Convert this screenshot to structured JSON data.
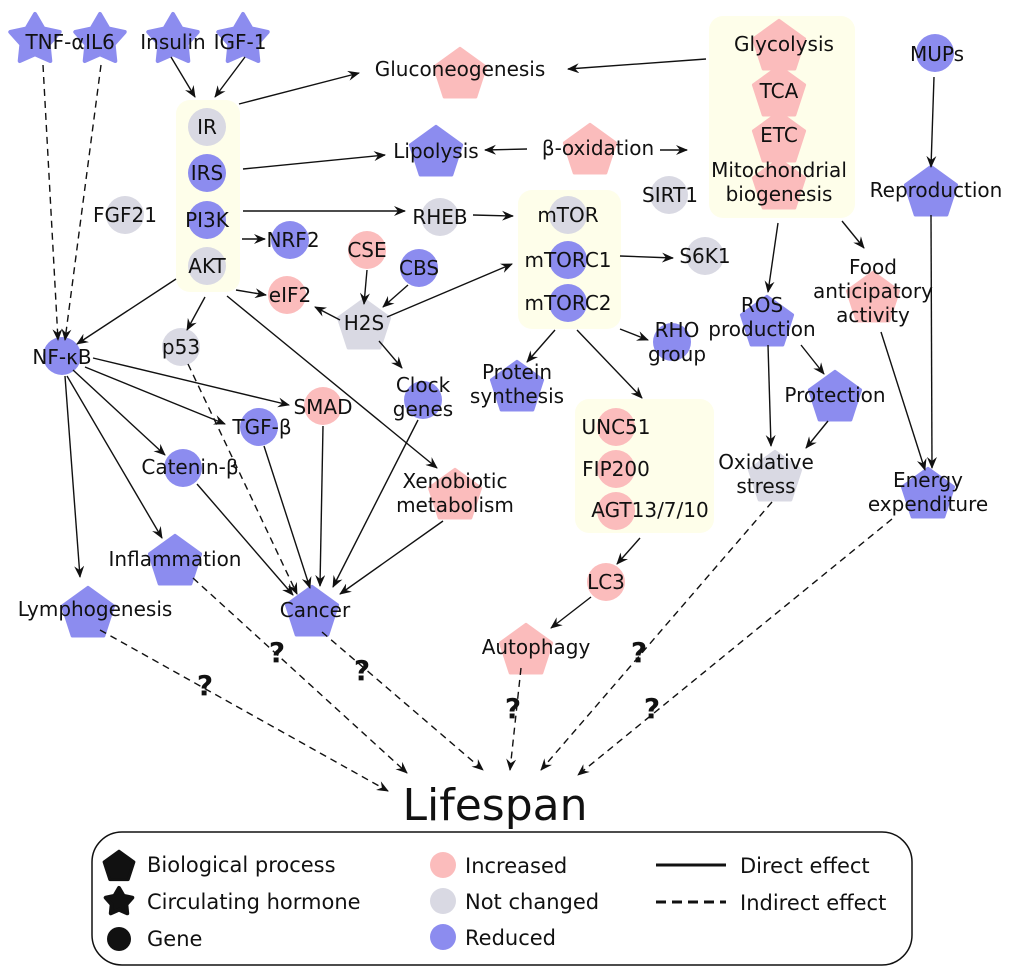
{
  "title": "Lifespan",
  "colors": {
    "increased": "#fbbcbc",
    "not_changed": "#d9d9e3",
    "reduced": "#8c8cef",
    "group_bg": "#fefeea",
    "black": "#111111"
  },
  "nodes": [
    {
      "id": "tnf",
      "label": "TNF-α",
      "shape": "star",
      "status": "reduced"
    },
    {
      "id": "il6",
      "label": "IL6",
      "shape": "star",
      "status": "reduced"
    },
    {
      "id": "insulin",
      "label": "Insulin",
      "shape": "star",
      "status": "reduced"
    },
    {
      "id": "igf1",
      "label": "IGF-1",
      "shape": "star",
      "status": "reduced"
    },
    {
      "id": "ir",
      "label": "IR",
      "shape": "circle",
      "status": "not_changed"
    },
    {
      "id": "irs",
      "label": "IRS",
      "shape": "circle",
      "status": "reduced"
    },
    {
      "id": "pi3k",
      "label": "PI3K",
      "shape": "circle",
      "status": "reduced"
    },
    {
      "id": "akt",
      "label": "AKT",
      "shape": "circle",
      "status": "not_changed"
    },
    {
      "id": "fgf21",
      "label": "FGF21",
      "shape": "circle",
      "status": "not_changed"
    },
    {
      "id": "nrf2",
      "label": "NRF2",
      "shape": "circle",
      "status": "reduced"
    },
    {
      "id": "eif2",
      "label": "eIF2",
      "shape": "circle",
      "status": "increased"
    },
    {
      "id": "glucon",
      "label": "Gluconeogenesis",
      "shape": "pentagon",
      "status": "increased"
    },
    {
      "id": "lipolysis",
      "label": "Lipolysis",
      "shape": "pentagon",
      "status": "reduced"
    },
    {
      "id": "boxid",
      "label": "β-oxidation",
      "shape": "pentagon",
      "status": "increased"
    },
    {
      "id": "rheb",
      "label": "RHEB",
      "shape": "circle",
      "status": "not_changed"
    },
    {
      "id": "cse",
      "label": "CSE",
      "shape": "circle",
      "status": "increased"
    },
    {
      "id": "cbs",
      "label": "CBS",
      "shape": "circle",
      "status": "reduced"
    },
    {
      "id": "h2s",
      "label": "H2S",
      "shape": "pentagon",
      "status": "not_changed"
    },
    {
      "id": "mtor",
      "label": "mTOR",
      "shape": "circle",
      "status": "not_changed"
    },
    {
      "id": "mtorc1",
      "label": "mTORC1",
      "shape": "circle",
      "status": "reduced"
    },
    {
      "id": "mtorc2",
      "label": "mTORC2",
      "shape": "circle",
      "status": "reduced"
    },
    {
      "id": "sirt1",
      "label": "SIRT1",
      "shape": "circle",
      "status": "not_changed"
    },
    {
      "id": "s6k1",
      "label": "S6K1",
      "shape": "circle",
      "status": "not_changed"
    },
    {
      "id": "glycolysis",
      "label": "Glycolysis",
      "shape": "pentagon",
      "status": "increased"
    },
    {
      "id": "tca",
      "label": "TCA",
      "shape": "pentagon",
      "status": "increased"
    },
    {
      "id": "etc",
      "label": "ETC",
      "shape": "pentagon",
      "status": "increased"
    },
    {
      "id": "mito",
      "label": "Mitochondrial|biogenesis",
      "shape": "pentagon",
      "status": "increased"
    },
    {
      "id": "mups",
      "label": "MUPs",
      "shape": "circle",
      "status": "reduced"
    },
    {
      "id": "repro",
      "label": "Reproduction",
      "shape": "pentagon",
      "status": "reduced"
    },
    {
      "id": "food",
      "label": "Food|anticipatory|activity",
      "shape": "pentagon",
      "status": "increased"
    },
    {
      "id": "ros",
      "label": "ROS|production",
      "shape": "pentagon",
      "status": "reduced"
    },
    {
      "id": "rho",
      "label": "RHO|group",
      "shape": "circle",
      "status": "reduced"
    },
    {
      "id": "protsyn",
      "label": "Protein|synthesis",
      "shape": "pentagon",
      "status": "reduced"
    },
    {
      "id": "clock",
      "label": "Clock|genes",
      "shape": "circle",
      "status": "reduced"
    },
    {
      "id": "p53",
      "label": "p53",
      "shape": "circle",
      "status": "not_changed"
    },
    {
      "id": "nfkb",
      "label": "NF-κB",
      "shape": "circle",
      "status": "reduced"
    },
    {
      "id": "smad",
      "label": "SMAD",
      "shape": "circle",
      "status": "increased"
    },
    {
      "id": "tgfb",
      "label": "TGF-β",
      "shape": "circle",
      "status": "reduced"
    },
    {
      "id": "catenin",
      "label": "Catenin-β",
      "shape": "circle",
      "status": "reduced"
    },
    {
      "id": "xeno",
      "label": "Xenobiotic|metabolism",
      "shape": "pentagon",
      "status": "increased"
    },
    {
      "id": "protection",
      "label": "Protection",
      "shape": "pentagon",
      "status": "reduced"
    },
    {
      "id": "oxstress",
      "label": "Oxidative|stress",
      "shape": "pentagon",
      "status": "not_changed"
    },
    {
      "id": "energy",
      "label": "Energy|expenditure",
      "shape": "pentagon",
      "status": "reduced"
    },
    {
      "id": "unc51",
      "label": "UNC51",
      "shape": "circle",
      "status": "increased"
    },
    {
      "id": "fip200",
      "label": "FIP200",
      "shape": "circle",
      "status": "increased"
    },
    {
      "id": "agt",
      "label": "AGT13/7/10",
      "shape": "circle",
      "status": "increased"
    },
    {
      "id": "lc3",
      "label": "LC3",
      "shape": "circle",
      "status": "increased"
    },
    {
      "id": "inflam",
      "label": "Inflammation",
      "shape": "pentagon",
      "status": "reduced"
    },
    {
      "id": "lympho",
      "label": "Lymphogenesis",
      "shape": "pentagon",
      "status": "reduced"
    },
    {
      "id": "cancer",
      "label": "Cancer",
      "shape": "pentagon",
      "status": "reduced"
    },
    {
      "id": "autophagy",
      "label": "Autophagy",
      "shape": "pentagon",
      "status": "increased"
    },
    {
      "id": "lifespan",
      "label": "Lifespan",
      "shape": "none",
      "status": "none"
    }
  ],
  "groups": [
    {
      "id": "insulin-group",
      "members": [
        "ir",
        "irs",
        "pi3k",
        "akt"
      ]
    },
    {
      "id": "mtor-group",
      "members": [
        "mtor",
        "mtorc1",
        "mtorc2"
      ]
    },
    {
      "id": "mito-group",
      "members": [
        "glycolysis",
        "tca",
        "etc",
        "mito"
      ]
    },
    {
      "id": "autophagy-group",
      "members": [
        "unc51",
        "fip200",
        "agt"
      ]
    }
  ],
  "edges": [
    {
      "from": "tnf",
      "to": "nfkb",
      "type": "indirect"
    },
    {
      "from": "il6",
      "to": "nfkb",
      "type": "indirect"
    },
    {
      "from": "insulin",
      "to": "insulin-group",
      "type": "direct"
    },
    {
      "from": "igf1",
      "to": "insulin-group",
      "type": "direct"
    },
    {
      "from": "insulin-group",
      "to": "glucon",
      "type": "direct"
    },
    {
      "from": "irs",
      "to": "lipolysis",
      "type": "direct"
    },
    {
      "from": "boxid",
      "to": "lipolysis",
      "type": "direct"
    },
    {
      "from": "boxid",
      "to": "mito-group",
      "type": "direct"
    },
    {
      "from": "mito-group",
      "to": "glucon",
      "type": "direct"
    },
    {
      "from": "pi3k",
      "to": "rheb",
      "type": "direct"
    },
    {
      "from": "pi3k",
      "to": "nrf2",
      "type": "direct"
    },
    {
      "from": "akt",
      "to": "eif2",
      "type": "direct"
    },
    {
      "from": "rheb",
      "to": "mtor-group",
      "type": "direct"
    },
    {
      "from": "cse",
      "to": "h2s",
      "type": "direct"
    },
    {
      "from": "cbs",
      "to": "h2s",
      "type": "direct"
    },
    {
      "from": "h2s",
      "to": "eif2",
      "type": "direct"
    },
    {
      "from": "h2s",
      "to": "mtor-group",
      "type": "direct"
    },
    {
      "from": "h2s",
      "to": "clock",
      "type": "direct"
    },
    {
      "from": "mtorc1",
      "to": "s6k1",
      "type": "direct"
    },
    {
      "from": "mtor-group",
      "to": "rho",
      "type": "direct"
    },
    {
      "from": "mtor-group",
      "to": "protsyn",
      "type": "direct"
    },
    {
      "from": "mtor-group",
      "to": "autophagy-group",
      "type": "direct"
    },
    {
      "from": "mito-group",
      "to": "ros",
      "type": "direct"
    },
    {
      "from": "mito-group",
      "to": "food",
      "type": "direct"
    },
    {
      "from": "mups",
      "to": "repro",
      "type": "direct"
    },
    {
      "from": "repro",
      "to": "energy",
      "type": "direct"
    },
    {
      "from": "food",
      "to": "energy",
      "type": "direct"
    },
    {
      "from": "ros",
      "to": "oxstress",
      "type": "direct"
    },
    {
      "from": "ros",
      "to": "protection",
      "type": "direct"
    },
    {
      "from": "protection",
      "to": "oxstress",
      "type": "direct"
    },
    {
      "from": "insulin-group",
      "to": "nfkb",
      "type": "direct"
    },
    {
      "from": "insulin-group",
      "to": "p53",
      "type": "direct"
    },
    {
      "from": "insulin-group",
      "to": "xeno",
      "type": "direct"
    },
    {
      "from": "p53",
      "to": "cancer",
      "type": "indirect"
    },
    {
      "from": "nfkb",
      "to": "smad",
      "type": "direct"
    },
    {
      "from": "nfkb",
      "to": "tgfb",
      "type": "direct"
    },
    {
      "from": "nfkb",
      "to": "catenin",
      "type": "direct"
    },
    {
      "from": "nfkb",
      "to": "inflam",
      "type": "direct"
    },
    {
      "from": "nfkb",
      "to": "lympho",
      "type": "direct"
    },
    {
      "from": "smad",
      "to": "cancer",
      "type": "direct"
    },
    {
      "from": "tgfb",
      "to": "cancer",
      "type": "direct"
    },
    {
      "from": "catenin",
      "to": "cancer",
      "type": "direct"
    },
    {
      "from": "clock",
      "to": "cancer",
      "type": "direct"
    },
    {
      "from": "xeno",
      "to": "cancer",
      "type": "direct"
    },
    {
      "from": "autophagy-group",
      "to": "lc3",
      "type": "direct"
    },
    {
      "from": "lc3",
      "to": "autophagy",
      "type": "direct"
    },
    {
      "from": "lympho",
      "to": "lifespan",
      "type": "indirect",
      "question": true
    },
    {
      "from": "inflam",
      "to": "lifespan",
      "type": "indirect",
      "question": true
    },
    {
      "from": "cancer",
      "to": "lifespan",
      "type": "indirect",
      "question": true
    },
    {
      "from": "autophagy",
      "to": "lifespan",
      "type": "indirect",
      "question": true
    },
    {
      "from": "oxstress",
      "to": "lifespan",
      "type": "indirect",
      "question": true
    },
    {
      "from": "energy",
      "to": "lifespan",
      "type": "indirect",
      "question": true
    }
  ],
  "question_mark": "?",
  "legend": {
    "shapes": [
      {
        "shape": "pentagon",
        "label": "Biological process"
      },
      {
        "shape": "star",
        "label": "Circulating hormone"
      },
      {
        "shape": "circle",
        "label": "Gene"
      }
    ],
    "statuses": [
      {
        "status": "increased",
        "label": "Increased"
      },
      {
        "status": "not_changed",
        "label": "Not changed"
      },
      {
        "status": "reduced",
        "label": "Reduced"
      }
    ],
    "lines": [
      {
        "type": "direct",
        "label": "Direct effect"
      },
      {
        "type": "indirect",
        "label": "Indirect effect"
      }
    ]
  }
}
